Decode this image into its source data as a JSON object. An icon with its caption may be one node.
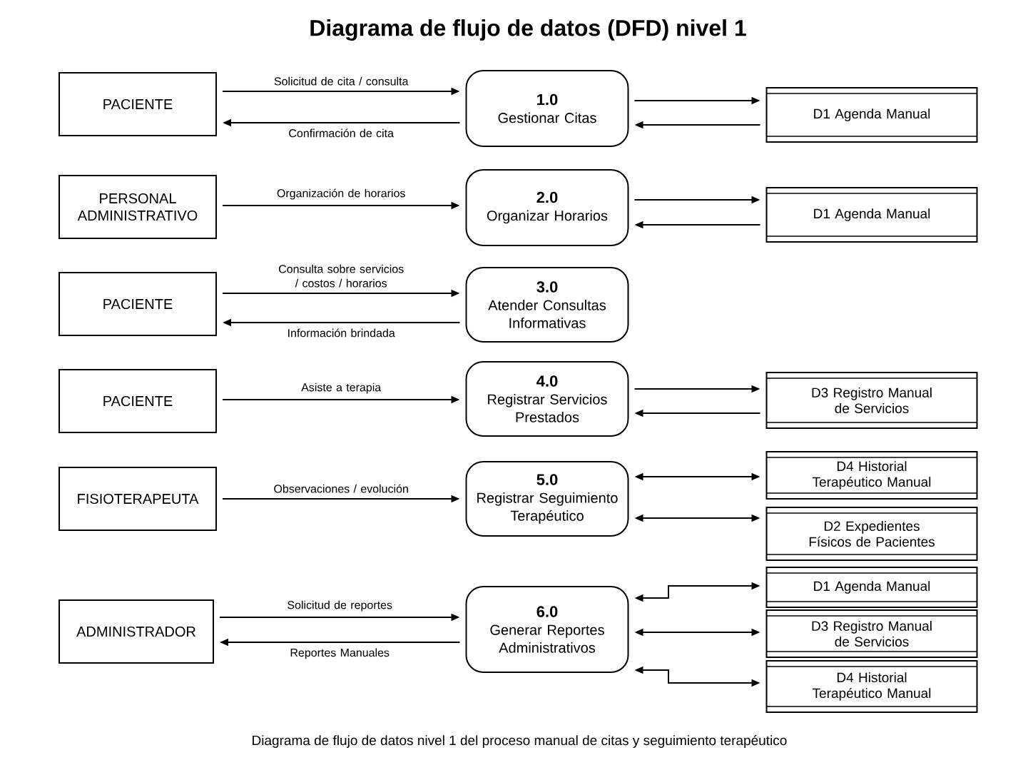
{
  "diagram": {
    "title": "Diagrama de flujo de datos (DFD) nivel 1",
    "caption": "Diagrama de flujo de datos nivel 1 del proceso manual de citas y seguimiento terapéutico",
    "nodes": [
      {
        "text": [
          "PACIENTE"
        ]
      },
      {
        "text": [
          "1.0",
          "Gestionar Citas"
        ]
      },
      {
        "text": [
          "D1 Agenda Manual"
        ]
      },
      {
        "text": [
          "PERSONAL ADMINISTRATIVO"
        ]
      },
      {
        "text": [
          "2.0",
          "Organizar Horarios"
        ]
      },
      {
        "text": [
          "D1 Agenda Manual"
        ]
      },
      {
        "text": [
          "PACIENTE"
        ]
      },
      {
        "text": [
          "3.0",
          "Atender Consultas Informativas"
        ]
      },
      {
        "text": [
          "PACIENTE"
        ]
      },
      {
        "text": [
          "4.0",
          "Registrar Servicios Prestados"
        ]
      },
      {
        "text": [
          "D3 Registro Manual de Servicios"
        ]
      },
      {
        "text": [
          "FISIOTERAPEUTA"
        ]
      },
      {
        "text": [
          "5.0",
          "Registrar Seguimiento Terapéutico"
        ]
      },
      {
        "text": [
          "D4 Historial Terapéutico Manual"
        ]
      },
      {
        "text": [
          "D2 Expedientes Físicos de Pacientes"
        ]
      },
      {
        "text": [
          "ADMINISTRADOR"
        ]
      },
      {
        "text": [
          "6.0",
          "Generar Reportes Administrativos"
        ]
      },
      {
        "text": [
          "D1 Agenda Manual"
        ]
      },
      {
        "text": [
          "D3 Registro Manual de Servicios"
        ]
      },
      {
        "text": [
          "D4 Historial Terapéutico Manual"
        ]
      }
    ],
    "edges": [
      {
        "from": 0,
        "to": 1,
        "arrow": "to",
        "label": "Solicitud de cita / consulta"
      },
      {
        "from": 1,
        "to": 0,
        "arrow": "to",
        "label": "Confirmación de cita"
      },
      {
        "from": 1,
        "to": 2,
        "arrow": "to"
      },
      {
        "from": 2,
        "to": 1,
        "arrow": "to"
      },
      {
        "from": 3,
        "to": 4,
        "arrow": "to",
        "label": "Organización de horarios"
      },
      {
        "from": 4,
        "to": 5,
        "arrow": "to"
      },
      {
        "from": 5,
        "to": 4,
        "arrow": "to"
      },
      {
        "from": 6,
        "to": 7,
        "arrow": "to",
        "label": "Consulta sobre servicios / costos / horarios"
      },
      {
        "from": 7,
        "to": 6,
        "arrow": "to",
        "label": "Información brindada"
      },
      {
        "from": 8,
        "to": 9,
        "arrow": "to",
        "label": "Asiste a terapia"
      },
      {
        "from": 9,
        "to": 10,
        "arrow": "to"
      },
      {
        "from": 10,
        "to": 9,
        "arrow": "to"
      },
      {
        "from": 11,
        "to": 12,
        "arrow": "to",
        "label": "Observaciones / evolución"
      },
      {
        "from": 12,
        "to": 13,
        "arrow": "both"
      },
      {
        "from": 12,
        "to": 14,
        "arrow": "both"
      },
      {
        "from": 15,
        "to": 16,
        "arrow": "to",
        "label": "Solicitud de reportes"
      },
      {
        "from": 16,
        "to": 15,
        "arrow": "to",
        "label": "Reportes Manuales"
      },
      {
        "from": 16,
        "to": 17,
        "arrow": "both"
      },
      {
        "from": 16,
        "to": 18,
        "arrow": "both"
      },
      {
        "from": 16,
        "to": 19,
        "arrow": "both"
      }
    ]
  }
}
